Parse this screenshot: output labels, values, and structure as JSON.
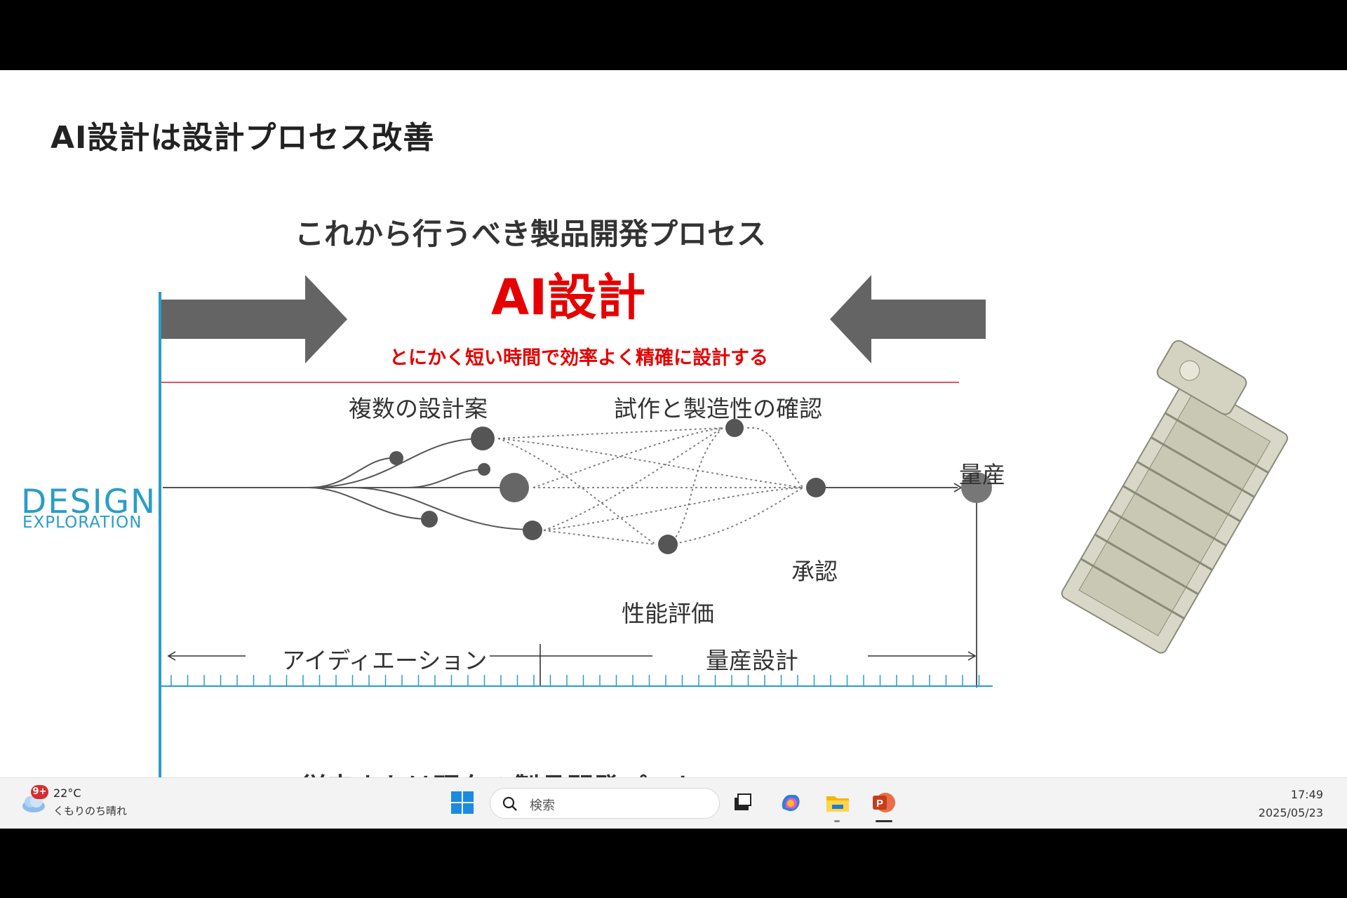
{
  "slide": {
    "title": "AI設計は設計プロセス改善",
    "subtitle": "これから行うべき製品開発プロセス",
    "ai_title": "AI設計",
    "ai_subtitle": "とにかく短い時間で効率よく精確に設計する",
    "logo_line1": "DESIGN",
    "logo_line2": "EXPLORATION",
    "labels": {
      "multiple_designs": "複数の設計案",
      "prototype_check": "試作と製造性の確認",
      "mass_production": "量産",
      "approval": "承認",
      "performance_eval": "性能評価"
    },
    "phases": {
      "ideation": "アイディエーション",
      "mass_design": "量産設計"
    },
    "cutoff_text": "従来または現在の製品開発プロセス"
  },
  "colors": {
    "accent_red": "#e60000",
    "timeline_blue": "#2a9dc7",
    "arrow_gray": "#646464"
  },
  "taskbar": {
    "weather_badge": "9+",
    "weather_temp": "22°C",
    "weather_desc": "くもりのち晴れ",
    "search_placeholder": "検索",
    "clock_time": "17:49",
    "clock_date": "2025/05/23",
    "apps": [
      "start-icon",
      "task-view-icon",
      "copilot-icon",
      "file-explorer-icon",
      "powerpoint-icon"
    ]
  }
}
